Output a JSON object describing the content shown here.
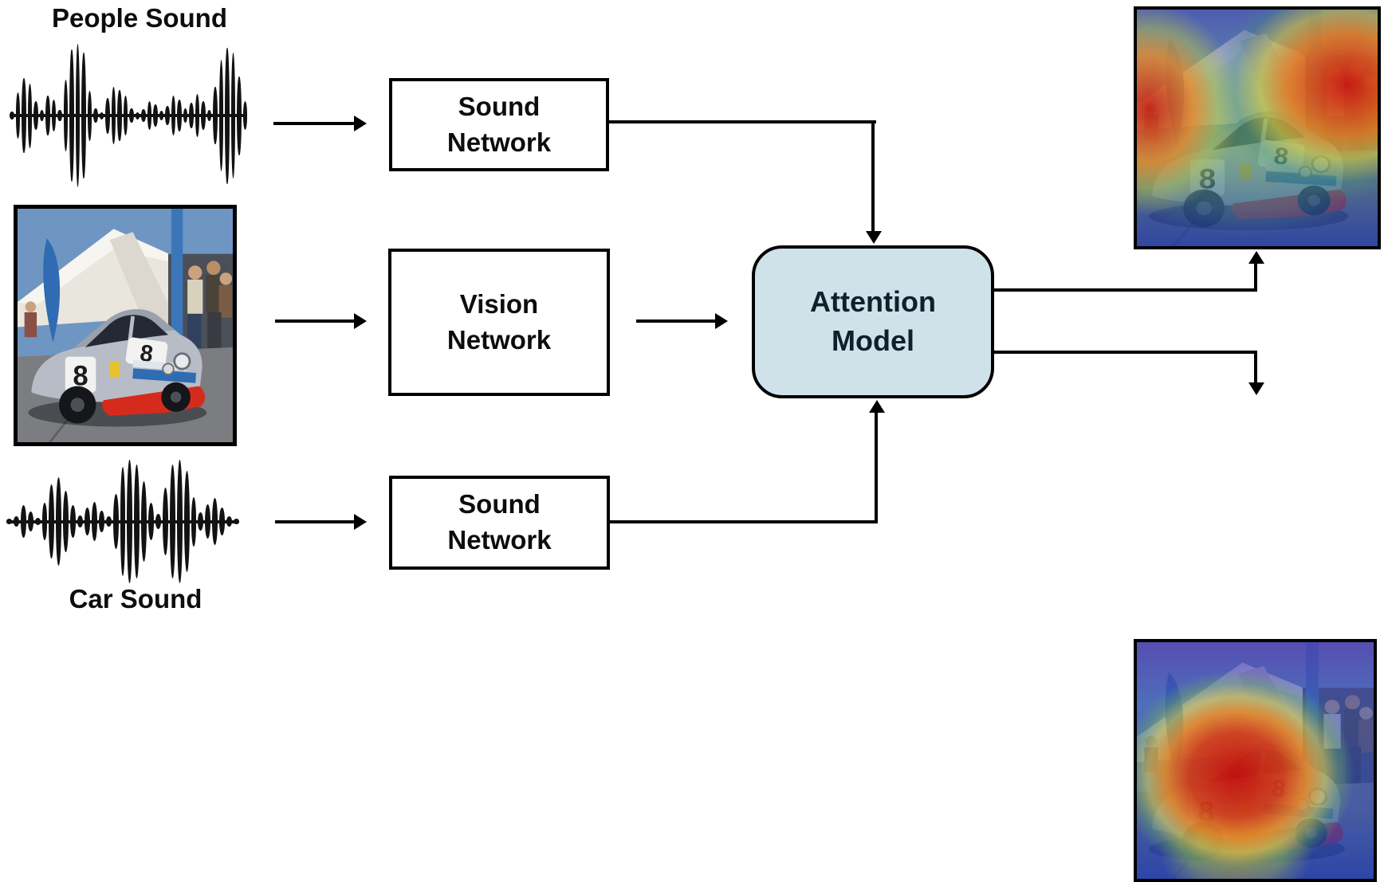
{
  "title": "Audio-visual attention model diagram",
  "colors": {
    "background": "#ffffff",
    "node_border": "#000000",
    "node_fill": "#ffffff",
    "attention_fill": "#cfe2ea",
    "text": "#0d0d0d",
    "arrow": "#000000",
    "heat_hot": "#c81e10",
    "heat_warm": "#ec8c20",
    "heat_mid": "#6cac5c",
    "heat_cold": "#2a3aa8"
  },
  "inputs": {
    "people_sound": {
      "label": "People Sound",
      "type": "audio-waveform"
    },
    "video_frame": {
      "type": "video-frame",
      "description": "race car number 8 with spectators at an event"
    },
    "car_sound": {
      "label": "Car Sound",
      "type": "audio-waveform"
    }
  },
  "nodes": {
    "sound_network_top": {
      "label": "Sound\nNetwork"
    },
    "vision_network": {
      "label": "Vision\nNetwork"
    },
    "sound_network_bottom": {
      "label": "Sound\nNetwork"
    },
    "attention_model": {
      "label": "Attention\nModel"
    }
  },
  "outputs": {
    "people_attention_map": {
      "description": "attention heatmap highlighting people in the scene"
    },
    "car_attention_map": {
      "description": "attention heatmap highlighting the car"
    }
  },
  "scene": {
    "car_number": "8"
  },
  "waveforms": {
    "people": [
      0.06,
      0.32,
      0.52,
      0.45,
      0.2,
      0.08,
      0.28,
      0.22,
      0.08,
      0.5,
      0.92,
      1.0,
      0.88,
      0.35,
      0.1,
      0.05,
      0.25,
      0.4,
      0.36,
      0.28,
      0.1,
      0.05,
      0.09,
      0.2,
      0.16,
      0.07,
      0.13,
      0.28,
      0.22,
      0.1,
      0.18,
      0.3,
      0.2,
      0.08,
      0.4,
      0.78,
      0.95,
      0.88,
      0.55,
      0.2
    ],
    "car": [
      0.04,
      0.08,
      0.26,
      0.16,
      0.06,
      0.3,
      0.6,
      0.72,
      0.5,
      0.26,
      0.1,
      0.22,
      0.32,
      0.18,
      0.08,
      0.45,
      0.88,
      1.0,
      0.92,
      0.65,
      0.3,
      0.12,
      0.55,
      0.92,
      1.0,
      0.82,
      0.4,
      0.15,
      0.28,
      0.38,
      0.22,
      0.08,
      0.05
    ]
  }
}
